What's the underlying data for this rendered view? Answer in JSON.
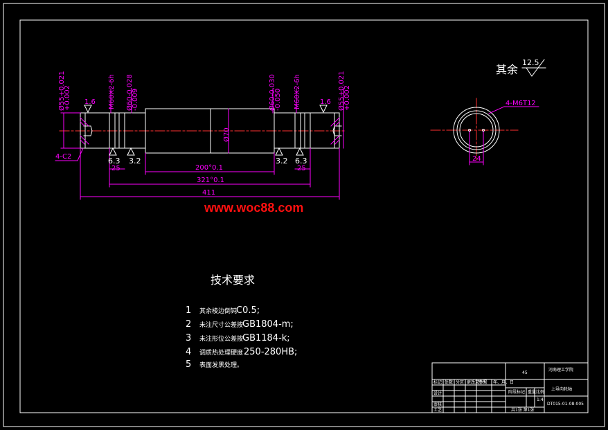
{
  "watermark": "www.woc88.com",
  "view_main": {
    "dim_left_d55": "Ø55+0.021\n+0.002",
    "dim_left_d55_a": "Ø55+0.021",
    "dim_left_d55_b": "+0.002",
    "dim_left_thread": "M60X2-6h",
    "dim_left_d60": "Ø60-0.028",
    "dim_left_d60_b": "-0.009",
    "dim_center_d70": "Ø70",
    "dim_right_d60": "Ø60-0.030",
    "dim_right_d60_b": "-0.050",
    "dim_right_thread": "M60X2-6h",
    "dim_right_d55": "Ø55+0.021",
    "dim_right_d55_b": "+0.002",
    "rough_left": "1.6",
    "rough_right": "1.6",
    "rough_63_left": "6.3",
    "rough_32_left": "3.2",
    "rough_32_right": "3.2",
    "rough_63_right": "6.3",
    "len_25_left": "25",
    "len_25_right": "25",
    "chamfer": "4-C2",
    "len_200": "200°0.1",
    "len_321": "321°0.1",
    "len_411": "411"
  },
  "view_side": {
    "roughness_prefix": "其余",
    "roughness_value": "12.5",
    "hole_callout": "4-M6T12",
    "dim_24": "24"
  },
  "requirements": {
    "heading": "技术要求",
    "items": [
      {
        "num": "1",
        "label": "其余棱边倒钝",
        "value": "C0.5;"
      },
      {
        "num": "2",
        "label": "未注尺寸公差按",
        "value": "GB1804-m;"
      },
      {
        "num": "3",
        "label": "未注形位公差按",
        "value": "GB1184-k;"
      },
      {
        "num": "4",
        "label": "调质热处理硬度",
        "value": "250-280HB;"
      },
      {
        "num": "5",
        "label": "表面发黑处理。",
        "value": ""
      }
    ]
  },
  "title_block": {
    "material": "45",
    "school": "河南理工学院",
    "part_name": "上导向轮轴",
    "drawing_no": "DT015-01-08-005",
    "sheet": "共1张 第1张",
    "scale": "1:4",
    "row_labels": [
      "标记",
      "设计",
      "审核",
      "工艺"
    ],
    "header_cells": [
      "处数",
      "分区",
      "更改文件号",
      "签名",
      "年、月、日"
    ],
    "stage_label": "阶段标记",
    "weight_label": "重量",
    "scale_label": "比例"
  }
}
